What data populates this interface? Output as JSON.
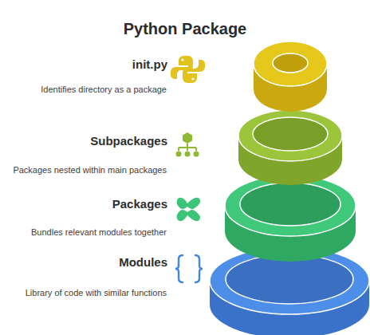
{
  "diagram": {
    "title": "Python Package",
    "labels": [
      "init.py",
      "Identifies directory as a package",
      "Subpackages",
      "Packages nested within main packages",
      "Packages",
      "Bundles relevant modules together",
      "Modules",
      "Library of code with similar functions"
    ]
  }
}
